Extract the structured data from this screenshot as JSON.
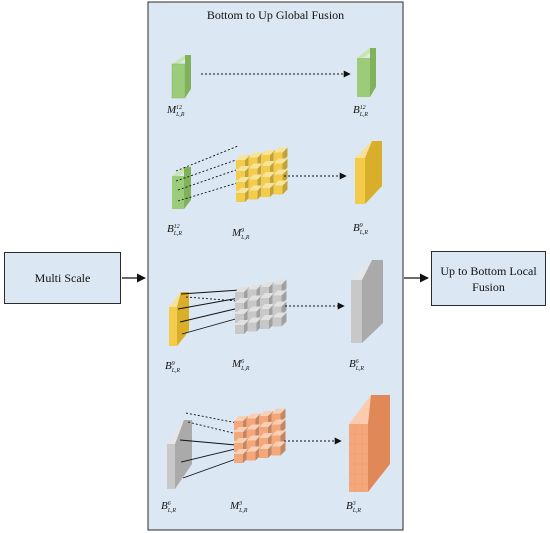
{
  "panel": {
    "title": "Bottom to Up Global Fusion"
  },
  "left_box": {
    "label": "Multi Scale"
  },
  "right_box": {
    "label": "Up to Bottom Local Fusion"
  },
  "labels": {
    "m12": {
      "base": "M",
      "sup": "12",
      "sub": "L,R"
    },
    "b12_out": {
      "base": "B",
      "sup": "12",
      "sub": "L,R"
    },
    "b12_in": {
      "base": "B",
      "sup": "12",
      "sub": "L,R"
    },
    "m9": {
      "base": "M",
      "sup": "9",
      "sub": "L,R"
    },
    "b9_out": {
      "base": "B",
      "sup": "9",
      "sub": "L,R"
    },
    "b9_in": {
      "base": "B",
      "sup": "9",
      "sub": "L,R"
    },
    "m6": {
      "base": "M",
      "sup": "6",
      "sub": "L,R"
    },
    "b6_out": {
      "base": "B",
      "sup": "6",
      "sub": "L,R"
    },
    "b6_in": {
      "base": "B",
      "sup": "6",
      "sub": "L,R"
    },
    "m3": {
      "base": "M",
      "sup": "3",
      "sub": "L,R"
    },
    "b3_out": {
      "base": "B",
      "sup": "3",
      "sub": "L,R"
    }
  },
  "colors": {
    "panel_bg": "#dbe7f3",
    "green": "#9ccc7a",
    "yellow": "#f2cc4a",
    "gray": "#c8c8c8",
    "orange": "#f4a77a"
  }
}
